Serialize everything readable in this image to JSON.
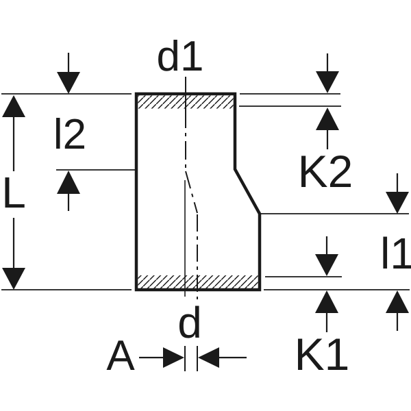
{
  "figure": {
    "labels": {
      "d1": "d1",
      "l2": "l2",
      "L": "L",
      "K2": "K2",
      "l1": "l1",
      "K1": "K1",
      "d": "d",
      "A": "A"
    },
    "colors": {
      "ink": "#1a1a1a",
      "background": "#ffffff"
    }
  }
}
